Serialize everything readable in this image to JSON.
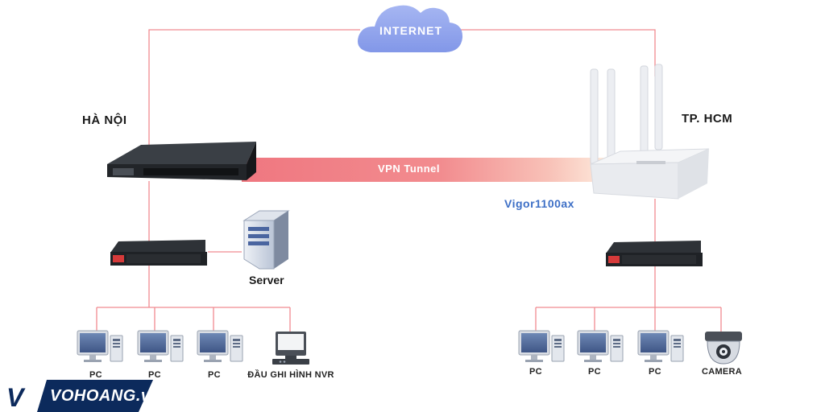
{
  "internet_label": "INTERNET",
  "vpn_label": "VPN Tunnel",
  "router_model": "Vigor1100ax",
  "sites": {
    "left": {
      "name": "HÀ NỘI"
    },
    "right": {
      "name": "TP. HCM"
    }
  },
  "server_label": "Server",
  "left_devices": [
    {
      "type": "pc",
      "label": "PC"
    },
    {
      "type": "pc",
      "label": "PC"
    },
    {
      "type": "pc",
      "label": "PC"
    },
    {
      "type": "nvr",
      "label": "ĐẦU GHI HÌNH NVR"
    }
  ],
  "right_devices": [
    {
      "type": "pc",
      "label": "PC"
    },
    {
      "type": "pc",
      "label": "PC"
    },
    {
      "type": "pc",
      "label": "PC"
    },
    {
      "type": "camera",
      "label": "CAMERA"
    }
  ],
  "brand": {
    "logo_mark": "V",
    "name": "VOHOANG.vn"
  },
  "colors": {
    "link": "#f08a90",
    "cloud": "#8fa4ec",
    "vpn": "#ef7d86",
    "brand_bg": "#0c2a5c",
    "model": "#3d6fc6"
  },
  "icons": [
    "cloud-icon",
    "router-icon",
    "wifi-router-icon",
    "switch-icon",
    "server-icon",
    "pc-icon",
    "nvr-icon",
    "camera-icon"
  ]
}
